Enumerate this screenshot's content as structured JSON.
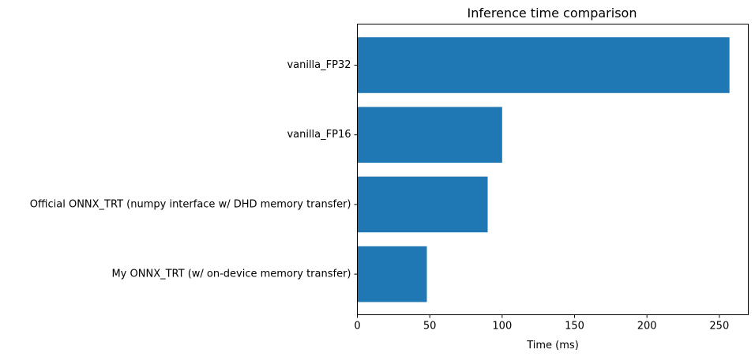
{
  "chart_data": {
    "type": "bar",
    "orientation": "horizontal",
    "title": "Inference time comparison",
    "xlabel": "Time (ms)",
    "ylabel": "",
    "categories": [
      "vanilla_FP32",
      "vanilla_FP16",
      "Official ONNX_TRT (numpy interface w/ DHD memory transfer)",
      "My ONNX_TRT (w/ on-device memory transfer)"
    ],
    "values": [
      257,
      100,
      90,
      48
    ],
    "xlim": [
      0,
      270
    ],
    "xticks": [
      0,
      50,
      100,
      150,
      200,
      250
    ],
    "xtick_labels": [
      "0",
      "50",
      "100",
      "150",
      "200",
      "250"
    ],
    "bar_color": "#1f77b4",
    "grid": false,
    "legend": "none"
  }
}
